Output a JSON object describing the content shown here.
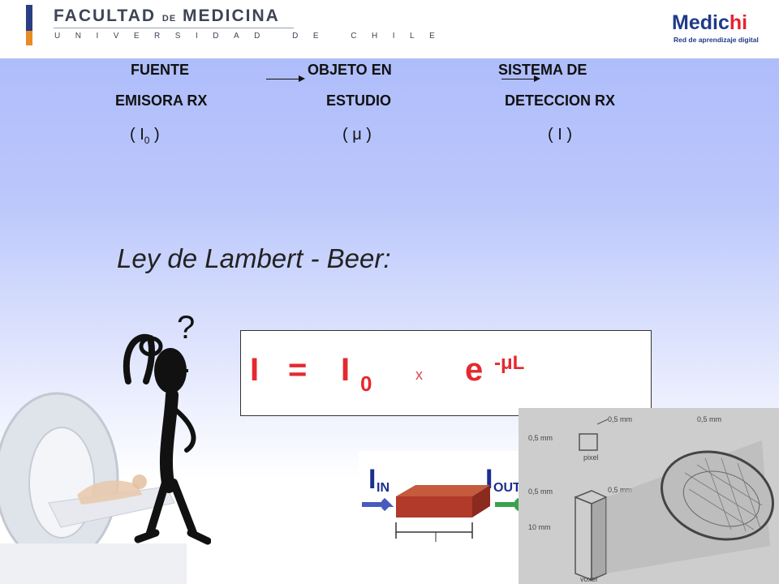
{
  "header": {
    "faculty_part1": "FACULTAD",
    "faculty_part2": "DE",
    "faculty_part3": "MEDICINA",
    "university": "UNIVERSIDAD DE CHILE",
    "brand_part1": "Medic",
    "brand_part2": "hi",
    "brand_tagline": "Red de aprendizaje digital"
  },
  "flow": {
    "source_line1": "FUENTE",
    "source_line2": "EMISORA RX",
    "source_symbol": "( I",
    "source_symbol_sub": "0",
    "source_symbol_close": ")",
    "object_line1": "OBJETO EN",
    "object_line2": "ESTUDIO",
    "object_symbol": "( μ )",
    "detector_line1": "SISTEMA DE",
    "detector_line2": "DETECCION RX",
    "detector_symbol": "( I )"
  },
  "law_title": "Ley de Lambert - Beer:",
  "question_mark": "?",
  "formula": {
    "lhs": "I",
    "equals": "=",
    "i0_base": "I",
    "i0_sub": "0",
    "times": "x",
    "e": "e",
    "exponent": "-μL"
  },
  "diagram": {
    "in_label": "IN",
    "out_label": "OUT",
    "i_letter": "I"
  },
  "ct_photo": {
    "label_05mm_a": "0,5 mm",
    "label_05mm_b": "0,5 mm",
    "label_05mm_c": "0,5 mm",
    "label_05mm_d": "0,5 mm",
    "label_05mm_e": "0,5 mm",
    "label_10mm": "10 mm",
    "pixel_label": "pixel",
    "voxel_label": "voxel"
  },
  "colors": {
    "formula_red": "#e4292f",
    "brand_blue": "#1f3b88",
    "accent_orange": "#e98b23"
  }
}
